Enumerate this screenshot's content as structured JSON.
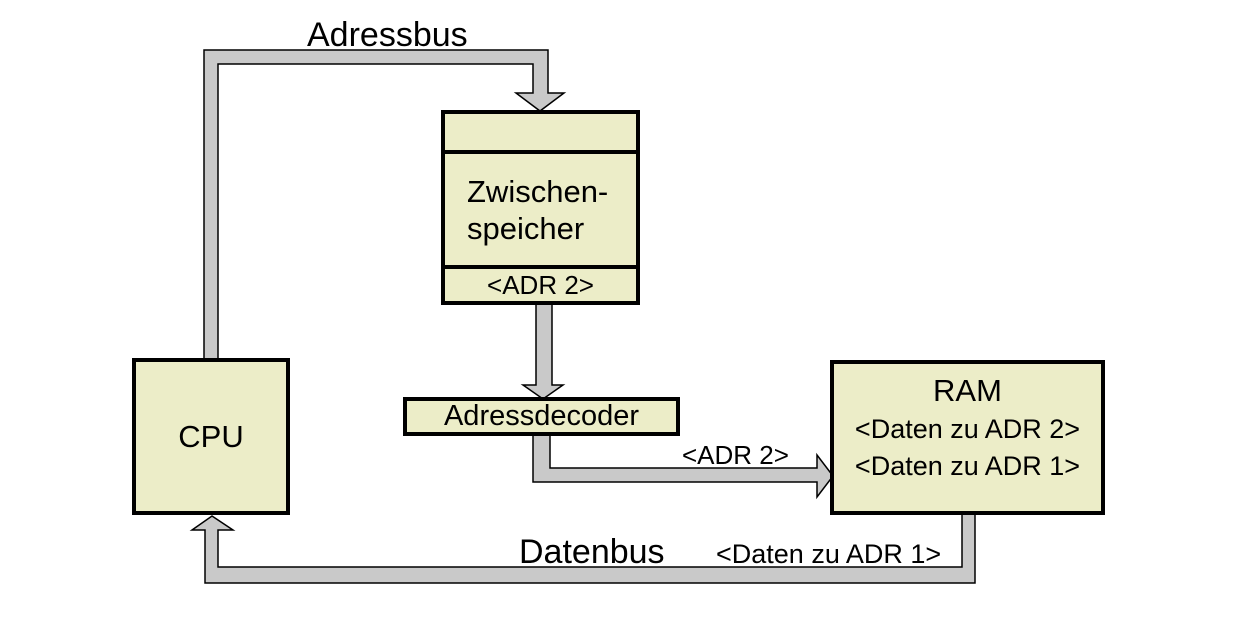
{
  "diagram": {
    "colors": {
      "box_fill": "#ecedc8",
      "bus_fill": "#c9c9c9",
      "outline": "#000000"
    },
    "cpu": {
      "label": "CPU"
    },
    "zwischenspeicher": {
      "line1": "Zwischen-",
      "line2": "speicher",
      "slot": "<ADR 2>"
    },
    "adressdecoder": {
      "label": "Adressdecoder"
    },
    "ram": {
      "title": "RAM",
      "row1": "<Daten zu ADR 2>",
      "row2": "<Daten zu ADR 1>"
    },
    "bus_labels": {
      "adressbus": "Adressbus",
      "datenbus": "Datenbus",
      "adr2": "<ADR 2>",
      "daten_zu_adr1": "<Daten zu ADR 1>"
    }
  }
}
